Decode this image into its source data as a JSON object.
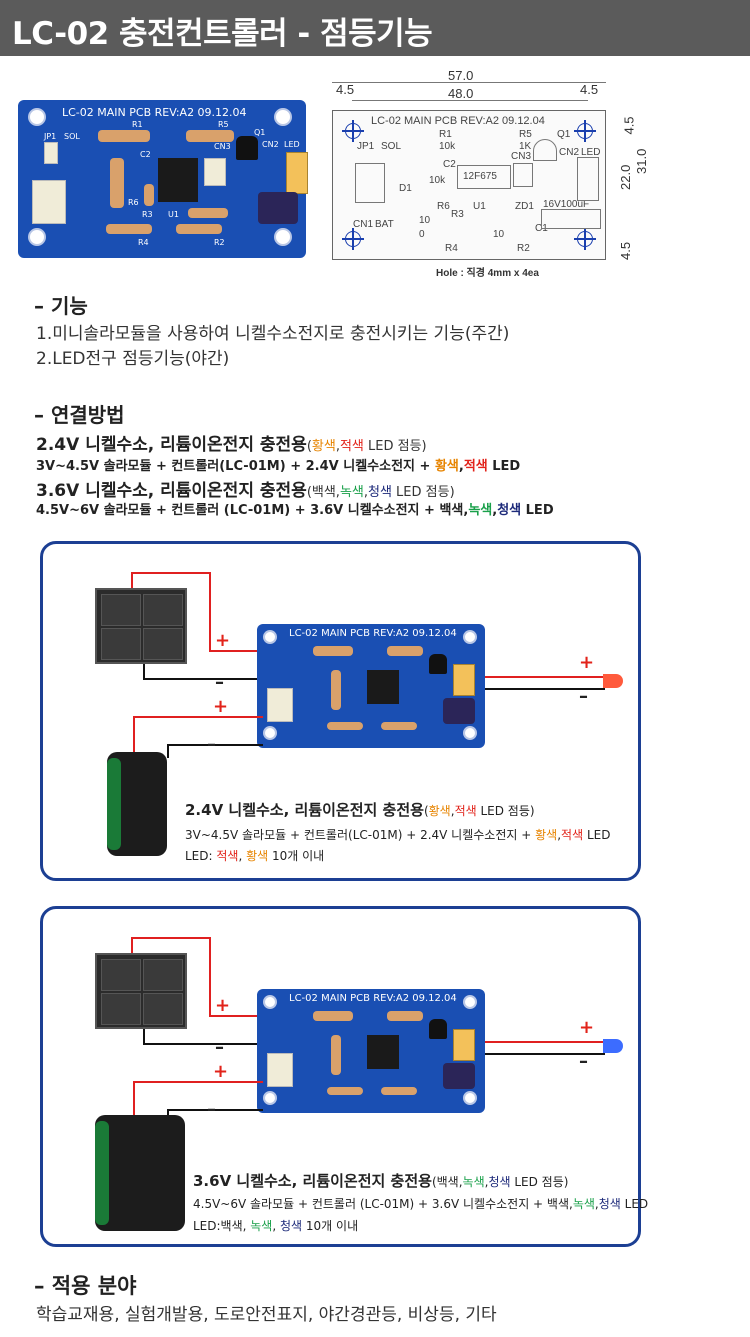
{
  "page_title": "LC-02 충전컨트롤러 - 점등기능",
  "pcb": {
    "label": "LC-02 MAIN PCB REV:A2  09.12.04",
    "parts": {
      "jp1": "JP1",
      "sol": "SOL",
      "r1": "R1",
      "r5": "R5",
      "q1": "Q1",
      "c2": "C2",
      "cn3": "CN3",
      "cn2": "CN2",
      "led": "LED",
      "r6": "R6",
      "r3": "R3",
      "u1": "U1",
      "r4": "R4",
      "r2": "R2"
    }
  },
  "schematic": {
    "dims": {
      "total_width": "57.0",
      "inner_width": "48.0",
      "margin_left": "4.5",
      "margin_right": "4.5",
      "height_total": "31.0",
      "height_inner": "22.0",
      "margin_top": "4.5",
      "margin_bottom": "4.5"
    },
    "board_label": "LC-02 MAIN PCB REV:A2  09.12.04",
    "labels": {
      "r1": "R1",
      "r5": "R5",
      "q1": "Q1",
      "jp1": "JP1",
      "sol": "SOL",
      "k10": "10k",
      "k1": "1K",
      "cn3": "CN3",
      "cn2": "CN2",
      "led": "LED",
      "c2": "C2",
      "ic": "12F675",
      "d1": "D1",
      "cn1": "CN1",
      "bat": "BAT",
      "r6": "R6",
      "r3": "R3",
      "u1": "U1",
      "zd1": "ZD1",
      "cap": "16V100uF",
      "c1": "C1",
      "ten1": "10",
      "zero": "0",
      "ten2": "10",
      "r4": "R4",
      "r2": "R2",
      "ten_vert": "10k"
    },
    "hole_note": "Hole : 직경 4mm x 4ea"
  },
  "function": {
    "heading": "– 기능",
    "item1": "1.미니솔라모듈을 사용하여 니켈수소전지로 충전시키는 기능(주간)",
    "item2": "2.LED전구 점등기능(야간)"
  },
  "connection": {
    "heading": "– 연결방법",
    "a_title": "2.4V 니켈수소, 리튬이온전지 충전용",
    "a_open": "(",
    "a_c1": "황색",
    "a_comma": ",",
    "a_c2": "적색",
    "a_close": " LED 점등)",
    "a_line_pre": "3V~4.5V 솔라모듈 + 컨트롤러(LC-01M) + 2.4V 니켈수소전지 + ",
    "a_line_c1": "황색",
    "a_line_comma": ",",
    "a_line_c2": "적색",
    "a_line_post": " LED",
    "b_title": "3.6V 니켈수소, 리튬이온전지 충전용",
    "b_open": "(백색,",
    "b_c1": "녹색",
    "b_comma": ",",
    "b_c2": "청색",
    "b_close": " LED 점등)",
    "b_line_pre": "4.5V~6V 솔라모듈 + 컨트롤러 (LC-01M) + 3.6V 니켈수소전지 + 백색,",
    "b_line_c1": "녹색",
    "b_line_comma": ",",
    "b_line_c2": "청색",
    "b_line_post": " LED"
  },
  "diagram1": {
    "plus": "+",
    "minus": "–",
    "title": "2.4V 니켈수소, 리튬이온전지 충전용",
    "t_open": "(",
    "t_c1": "황색",
    "t_comma": ",",
    "t_c2": "적색",
    "t_close": " LED 점등)",
    "line_pre": "3V~4.5V 솔라모듈 + 컨트롤러(LC-01M) + 2.4V 니켈수소전지 + ",
    "line_c1": "황색",
    "line_comma": ",",
    "line_c2": "적색",
    "line_post": " LED",
    "led_pre": "LED: ",
    "led_c1": "적색",
    "led_comma": ", ",
    "led_c2": "황색",
    "led_post": " 10개 이내"
  },
  "diagram2": {
    "plus": "+",
    "minus": "–",
    "title": "3.6V 니켈수소, 리튬이온전지 충전용",
    "t_open": "(백색,",
    "t_c1": "녹색",
    "t_comma": ",",
    "t_c2": "청색",
    "t_close": " LED 점등)",
    "line_pre": "4.5V~6V 솔라모듈 + 컨트롤러 (LC-01M) + 3.6V 니켈수소전지 + 백색,",
    "line_c1": "녹색",
    "line_comma": ",",
    "line_c2": "청색",
    "line_post": " LED",
    "led_pre": "LED:백색, ",
    "led_c1": "녹색",
    "led_comma": ", ",
    "led_c2": "청색",
    "led_post": " 10개 이내"
  },
  "application": {
    "heading": "– 적용 분야",
    "text": "학습교재용, 실험개발용, 도로안전표지, 야간경관등, 비상등, 기타"
  },
  "colors": {
    "title_bg": "#5b5b5b",
    "pcb_blue": "#1a4fb3",
    "frame": "#1c3f93",
    "orange": "#e78400",
    "red": "#e2231a",
    "green": "#1aa04a",
    "navy": "#1d2a7a"
  }
}
